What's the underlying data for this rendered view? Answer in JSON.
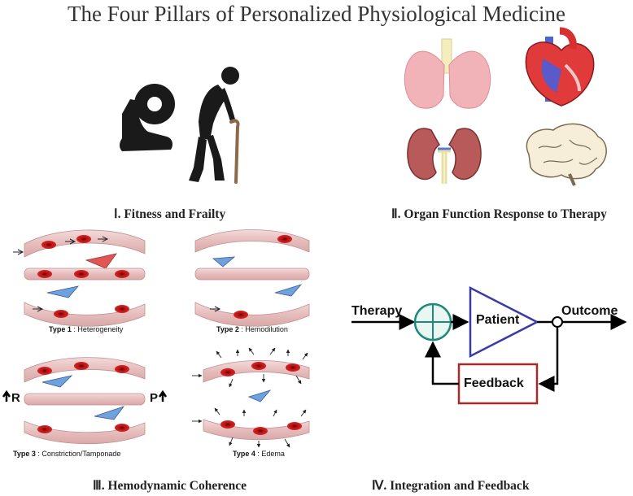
{
  "title": "The Four Pillars of Personalized Physiological Medicine",
  "pillars": [
    {
      "numeral": "Ⅰ",
      "label": "Fitness and Frailty"
    },
    {
      "numeral": "Ⅱ",
      "label": "Organ Function Response to Therapy"
    },
    {
      "numeral": "Ⅲ",
      "label": "Hemodynamic Coherence"
    },
    {
      "numeral": "Ⅳ",
      "label": "Integration and Feedback"
    }
  ],
  "coherence_types": [
    {
      "label": "Type 1",
      "name": "Heterogeneity"
    },
    {
      "label": "Type 2",
      "name": "Hemodilution"
    },
    {
      "label": "Type 3",
      "name": "Constriction/Tamponade"
    },
    {
      "label": "Type 4",
      "name": "Edema"
    }
  ],
  "type3_markers": {
    "left": "R",
    "right": "P"
  },
  "feedback_loop": {
    "input": "Therapy",
    "plant": "Patient",
    "output": "Outcome",
    "feedback": "Feedback"
  },
  "colors": {
    "vessel": "#e8c4c4",
    "rbc": "#cc1e1e",
    "cell_blue": "#6fa2dc",
    "cell_red": "#e05555",
    "patient_blue": "#3a3aa8",
    "feedback_red": "#a52a2a",
    "sum_node": "#1e8a7a"
  },
  "icons": [
    "flexed-arm-with-weight-icon",
    "elderly-person-with-cane-icon",
    "lungs-icon",
    "heart-icon",
    "kidneys-icon",
    "brain-icon"
  ]
}
